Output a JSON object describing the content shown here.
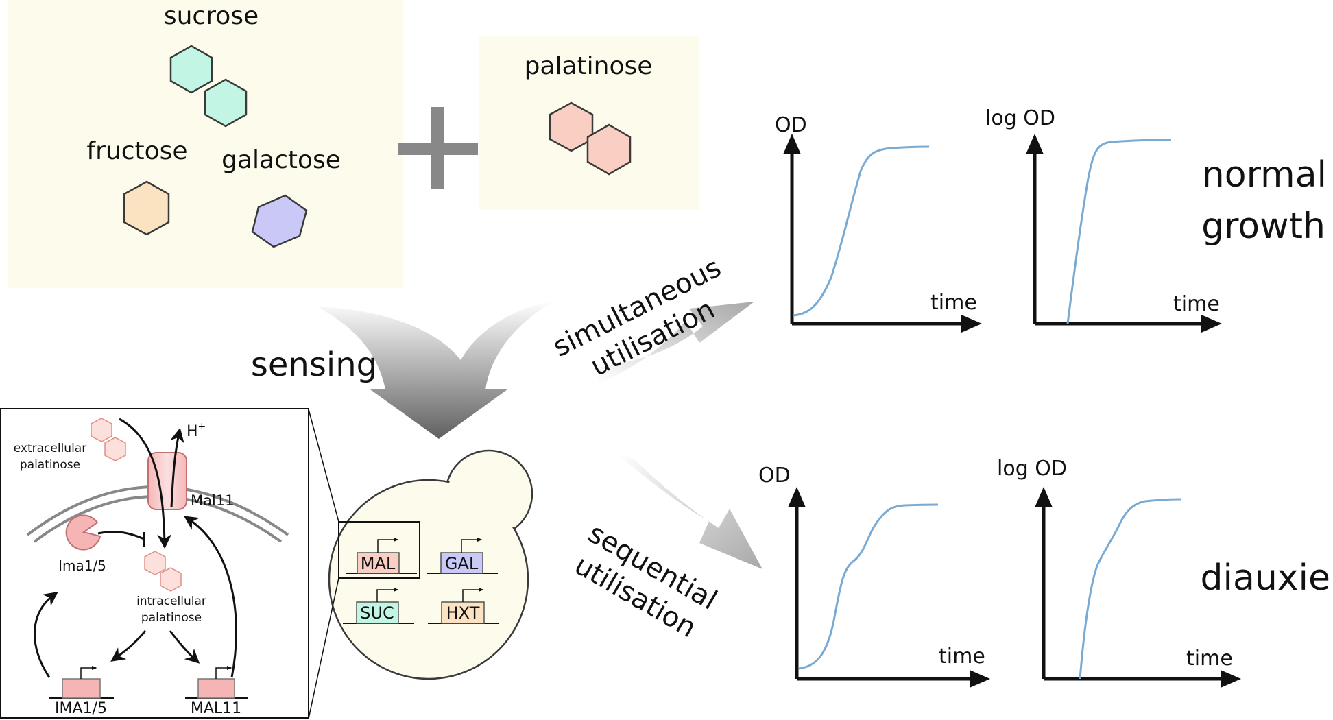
{
  "sugars": {
    "sucrose": "sucrose",
    "fructose": "fructose",
    "galactose": "galactose",
    "palatinose": "palatinose"
  },
  "process": {
    "sensing": "sensing",
    "simultaneous": [
      "simultaneous",
      "utilisation"
    ],
    "sequential": [
      "sequential",
      "utilisation"
    ]
  },
  "outcomes": {
    "normal": [
      "normal",
      "growth"
    ],
    "diauxie": "diauxie"
  },
  "axes": {
    "od": "OD",
    "log_od": "log OD",
    "time": "time"
  },
  "cell_genes": [
    "MAL",
    "GAL",
    "SUC",
    "HXT"
  ],
  "inset": {
    "extracellular": [
      "extracellular",
      "palatinose"
    ],
    "intracellular": [
      "intracellular",
      "palatinose"
    ],
    "proton": "H",
    "proton_sup": "+",
    "transporter": "Mal11",
    "enzyme": "Ima1/5",
    "gene_ima": "IMA1/5",
    "gene_mal": "MAL11"
  },
  "colors": {
    "sucrose": "#c2f5e3",
    "fructose": "#fbe2c0",
    "galactose": "#c9c8f7",
    "palatinose": "#f9cfc4",
    "box_bg": "#fdfcec",
    "curve": "#78aad3",
    "plus": "#888888",
    "mal_red": "#f5b5b5"
  }
}
